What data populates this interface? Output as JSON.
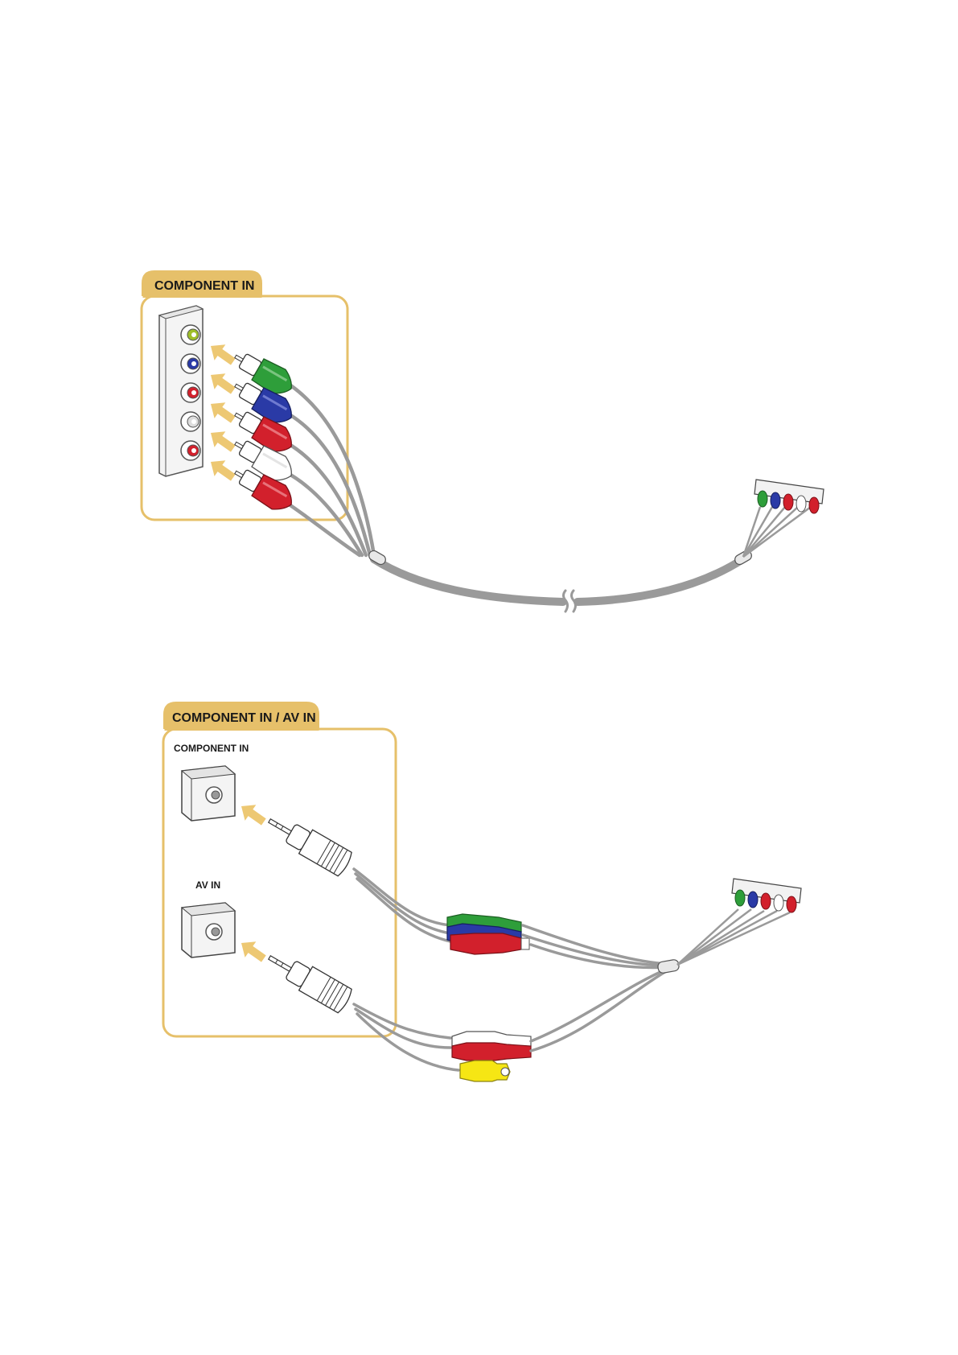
{
  "diagram1": {
    "tab_label": "COMPONENT IN"
  },
  "diagram2": {
    "tab_label": "COMPONENT IN / AV IN",
    "component_label": "COMPONENT IN",
    "av_label": "AV IN"
  },
  "colors": {
    "panel_border": "#E6C06A",
    "tab_fill": "#E6C06A",
    "arrow": "#EDC873",
    "cable": "#9A9A9A",
    "green": "#2E9E3A",
    "blue": "#2A3AA6",
    "red": "#D2202C",
    "white": "#FFFFFF",
    "yellow": "#F6E614"
  },
  "icons": [
    "arrow-icon",
    "rca-plug-icon",
    "mini-jack-plug-icon",
    "jack-socket-icon",
    "cable-break-icon"
  ]
}
